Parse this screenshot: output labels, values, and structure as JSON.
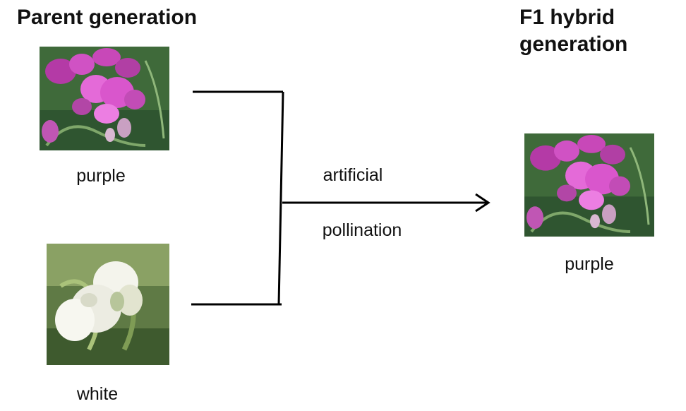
{
  "headings": {
    "parent": "Parent generation",
    "f1_line1": "F1 hybrid",
    "f1_line2": "generation"
  },
  "parents": [
    {
      "color": "purple",
      "swatch": "#c53fb8"
    },
    {
      "color": "white",
      "swatch": "#f2f2ea"
    }
  ],
  "cross": {
    "label_line1": "artificial",
    "label_line2": "pollination"
  },
  "offspring": {
    "color": "purple",
    "swatch": "#c53fb8"
  }
}
